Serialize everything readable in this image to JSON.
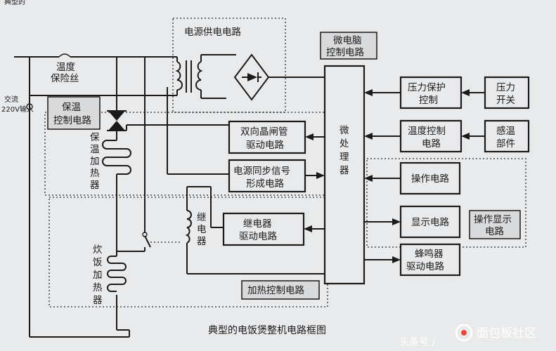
{
  "top_strip": "典型的",
  "title": "典型的电饭煲整机电路框图",
  "power_supply": {
    "label": "电源供电电路"
  },
  "mcu_control": {
    "label_1": "微电脑",
    "label_2": "控制电路"
  },
  "fuse": {
    "label_1": "温度",
    "label_2": "保险丝"
  },
  "ac_input": {
    "label_1": "交流",
    "label_2": "220V输入"
  },
  "keep_warm_control": {
    "label_1": "保温",
    "label_2": "控制电路"
  },
  "keep_warm_heater": {
    "label": "保温加热器"
  },
  "cook_heater": {
    "label": "炊饭加热器"
  },
  "relay": {
    "label": "继电器"
  },
  "triac_driver": {
    "label_1": "双向晶闸管",
    "label_2": "驱动电路"
  },
  "sync_signal": {
    "label_1": "电源同步信号",
    "label_2": "形成电路"
  },
  "relay_driver": {
    "label_1": "继电器",
    "label_2": "驱动电路"
  },
  "heating_control": {
    "label": "加热控制电路"
  },
  "microprocessor": {
    "label": "微处理器"
  },
  "pressure_protect": {
    "label_1": "压力保护",
    "label_2": "控制"
  },
  "pressure_switch": {
    "label_1": "压力",
    "label_2": "开关"
  },
  "temp_control": {
    "label_1": "温度控制",
    "label_2": "电路"
  },
  "temp_sensor": {
    "label_1": "感温",
    "label_2": "部件"
  },
  "operation": {
    "label": "操作电路"
  },
  "display": {
    "label": "显示电路"
  },
  "op_display_group": {
    "label_1": "操作显示",
    "label_2": "电路"
  },
  "buzzer_driver": {
    "label_1": "蜂鸣器",
    "label_2": "驱动电路"
  },
  "watermark": {
    "author": "头条号 / ",
    "site": "面包板社区"
  }
}
